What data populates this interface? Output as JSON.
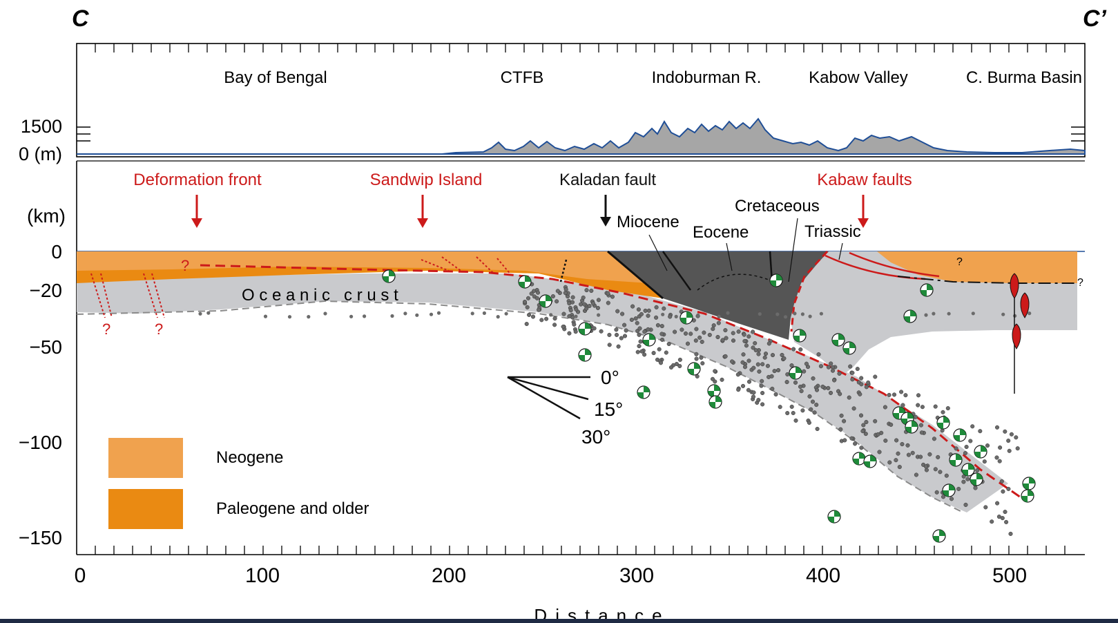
{
  "section": {
    "start_label": "C",
    "end_label": "C’"
  },
  "regions": [
    {
      "id": "bay",
      "label": "Bay of Bengal"
    },
    {
      "id": "ctfb",
      "label": "CTFB"
    },
    {
      "id": "indoburman",
      "label": "Indoburman R."
    },
    {
      "id": "kabow",
      "label": "Kabow Valley"
    },
    {
      "id": "burma",
      "label": "C. Burma Basin"
    }
  ],
  "topo_axis": {
    "tick_top": "1500",
    "tick_zero": "0 (m)"
  },
  "depth_axis": {
    "unit_label": "(km)",
    "ticks": [
      "0",
      "−20",
      "−50",
      "−100",
      "−150"
    ]
  },
  "distance_axis": {
    "label": "Distance",
    "ticks": [
      "0",
      "100",
      "200",
      "300",
      "400",
      "500"
    ]
  },
  "features_red": [
    {
      "id": "deformation-front",
      "label": "Deformation front"
    },
    {
      "id": "sandwip",
      "label": "Sandwip Island"
    },
    {
      "id": "kabaw",
      "label": "Kabaw faults"
    }
  ],
  "features_black": [
    {
      "id": "kaladan",
      "label": "Kaladan fault"
    }
  ],
  "units": {
    "miocene": "Miocene",
    "eocene": "Eocene",
    "cretaceous": "Cretaceous",
    "triassic": "Triassic",
    "oceanic_crust": "O c e a n i c   c r u s t"
  },
  "dip_scale": [
    "0°",
    "15°",
    "30°"
  ],
  "uncertainty_mark": "?",
  "legend": [
    {
      "label": "Neogene",
      "color": "#f0a24e"
    },
    {
      "label": "Paleogene and older",
      "color": "#ea8a12"
    }
  ],
  "colors": {
    "red_annotation": "#cc1a1a",
    "topography_fill": "#a6a6a6",
    "topography_line": "#1f4e96",
    "crust_fill": "#c9cacd",
    "wedge_dark": "#555555",
    "mechanism_green": "#1f8a3a"
  }
}
